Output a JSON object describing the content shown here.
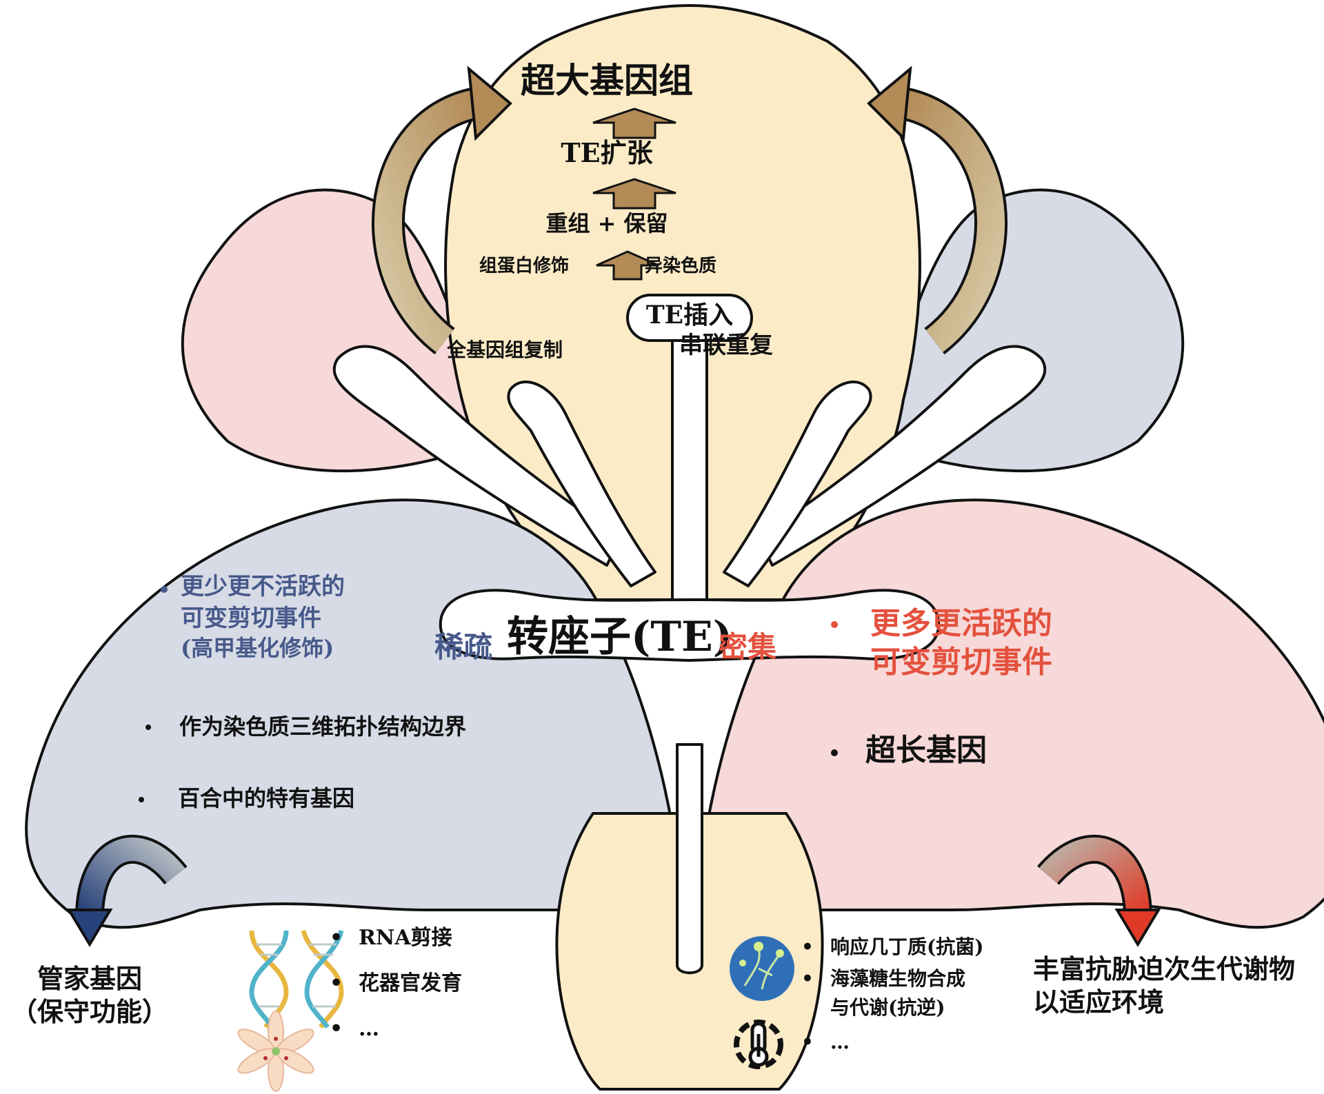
{
  "top": {
    "title": "超大基因组",
    "step_expansion": "TE扩张",
    "step_recombination": "重组 + 保留",
    "histone_mod": "组蛋白修饰",
    "heterochromatin": "异染色质",
    "te_insertion": "TE插入",
    "wgd": "全基因组复制",
    "tandem_dup": "串联重复"
  },
  "center": {
    "sparse": "稀疏",
    "te": "转座子(TE)",
    "dense": "密集"
  },
  "left": {
    "bullet1_lines": [
      "更少更不活跃的",
      "可变剪切事件",
      "(高甲基化修饰)"
    ],
    "bullet2": "作为染色质三维拓扑结构边界",
    "bullet3": "百合中的特有基因",
    "outcome_lines": [
      "管家基因",
      "（保守功能）"
    ],
    "examples": [
      "RNA剪接",
      "花器官发育",
      "…"
    ]
  },
  "right": {
    "bullet1_lines": [
      "更多更活跃的",
      "可变剪切事件"
    ],
    "bullet2": "超长基因",
    "outcome_lines": [
      "丰富抗胁迫次生代谢物",
      "以适应环境"
    ],
    "examples": [
      "响应几丁质(抗菌)",
      "海藻糖生物合成",
      "与代谢(抗逆)",
      "…"
    ]
  },
  "colors": {
    "top_petal": "#fbebc7",
    "left_blue": "#d7dbe6",
    "right_pink": "#f6d9d8",
    "arrow_brown": "#b38b57",
    "arrow_light": "#d2c4a0",
    "accent_blue": "#46598a",
    "accent_red": "#e4513e"
  },
  "icons": [
    "dna-icon",
    "lily-flower-icon",
    "fungus-microbe-icon",
    "thermometer-stress-icon"
  ]
}
